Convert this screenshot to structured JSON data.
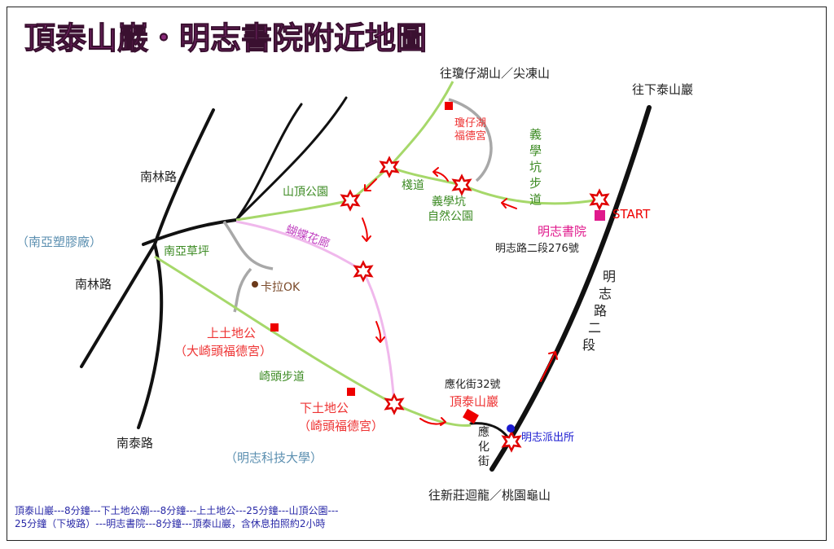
{
  "title": "頂泰山巖・明志書院附近地圖",
  "colors": {
    "road": "#111111",
    "trail": "#a6d86a",
    "butterfly_path": "#f0b8ec",
    "spur": "#a8a8a8",
    "site_red": "#ee0000",
    "start_magenta": "#e0198c",
    "station_blue": "#1a1ad0",
    "title_purple": "#8a2a7a",
    "place_blue": "#5b8fb0",
    "trail_text_green": "#3d8b24",
    "butterfly_text": "#c040c0",
    "karaoke_brown": "#7a4a2a"
  },
  "labels": {
    "to_qiongzaihu": "往瓊仔湖山／尖凍山",
    "to_xiataishan": "往下泰山巖",
    "nanlin_road_top": "南林路",
    "nanlin_road_bottom": "南林路",
    "nantai_road": "南泰路",
    "nanya_factory": "（南亞塑膠廠）",
    "nanya_lawn": "南亞草坪",
    "qiongzaihu_temple_1": "瓊仔湖",
    "qiongzaihu_temple_2": "福德宮",
    "summit_park": "山頂公園",
    "plank_road": "棧道",
    "yixuekeng_park_1": "義學坑",
    "yixuekeng_park_2": "自然公園",
    "yixuekeng_trail": [
      "義",
      "學",
      "坑",
      "步",
      "道"
    ],
    "butterfly_corridor": "蝴蝶花廊",
    "karaoke": "卡拉OK",
    "upper_tudigong_1": "上土地公",
    "upper_tudigong_2": "（大崎頭福德宮）",
    "qitou_trail": "崎頭步道",
    "lower_tudigong_1": "下土地公",
    "lower_tudigong_2": "（崎頭福德宮）",
    "mingzhi_univ": "（明志科技大學）",
    "yinghua_st_no": "應化街32號",
    "dingtaishan": "頂泰山巖",
    "yinghua_st": [
      "應",
      "化",
      "街"
    ],
    "police_station": "明志派出所",
    "to_xinzhuang": "往新莊迴龍／桃園龜山",
    "mingzhi_academy": "明志書院",
    "start": "START",
    "mingzhi_road_address": "明志路二段276號",
    "mingzhi_road": [
      "明",
      "志",
      "路",
      "二",
      "段"
    ]
  },
  "footer": {
    "line1": "頂泰山巖---8分鐘---下土地公廟---8分鐘---上土地公---25分鐘---山頂公園---",
    "line2": "25分鐘（下坡路）---明志書院---8分鐘---頂泰山巖，含休息拍照約2小時"
  }
}
